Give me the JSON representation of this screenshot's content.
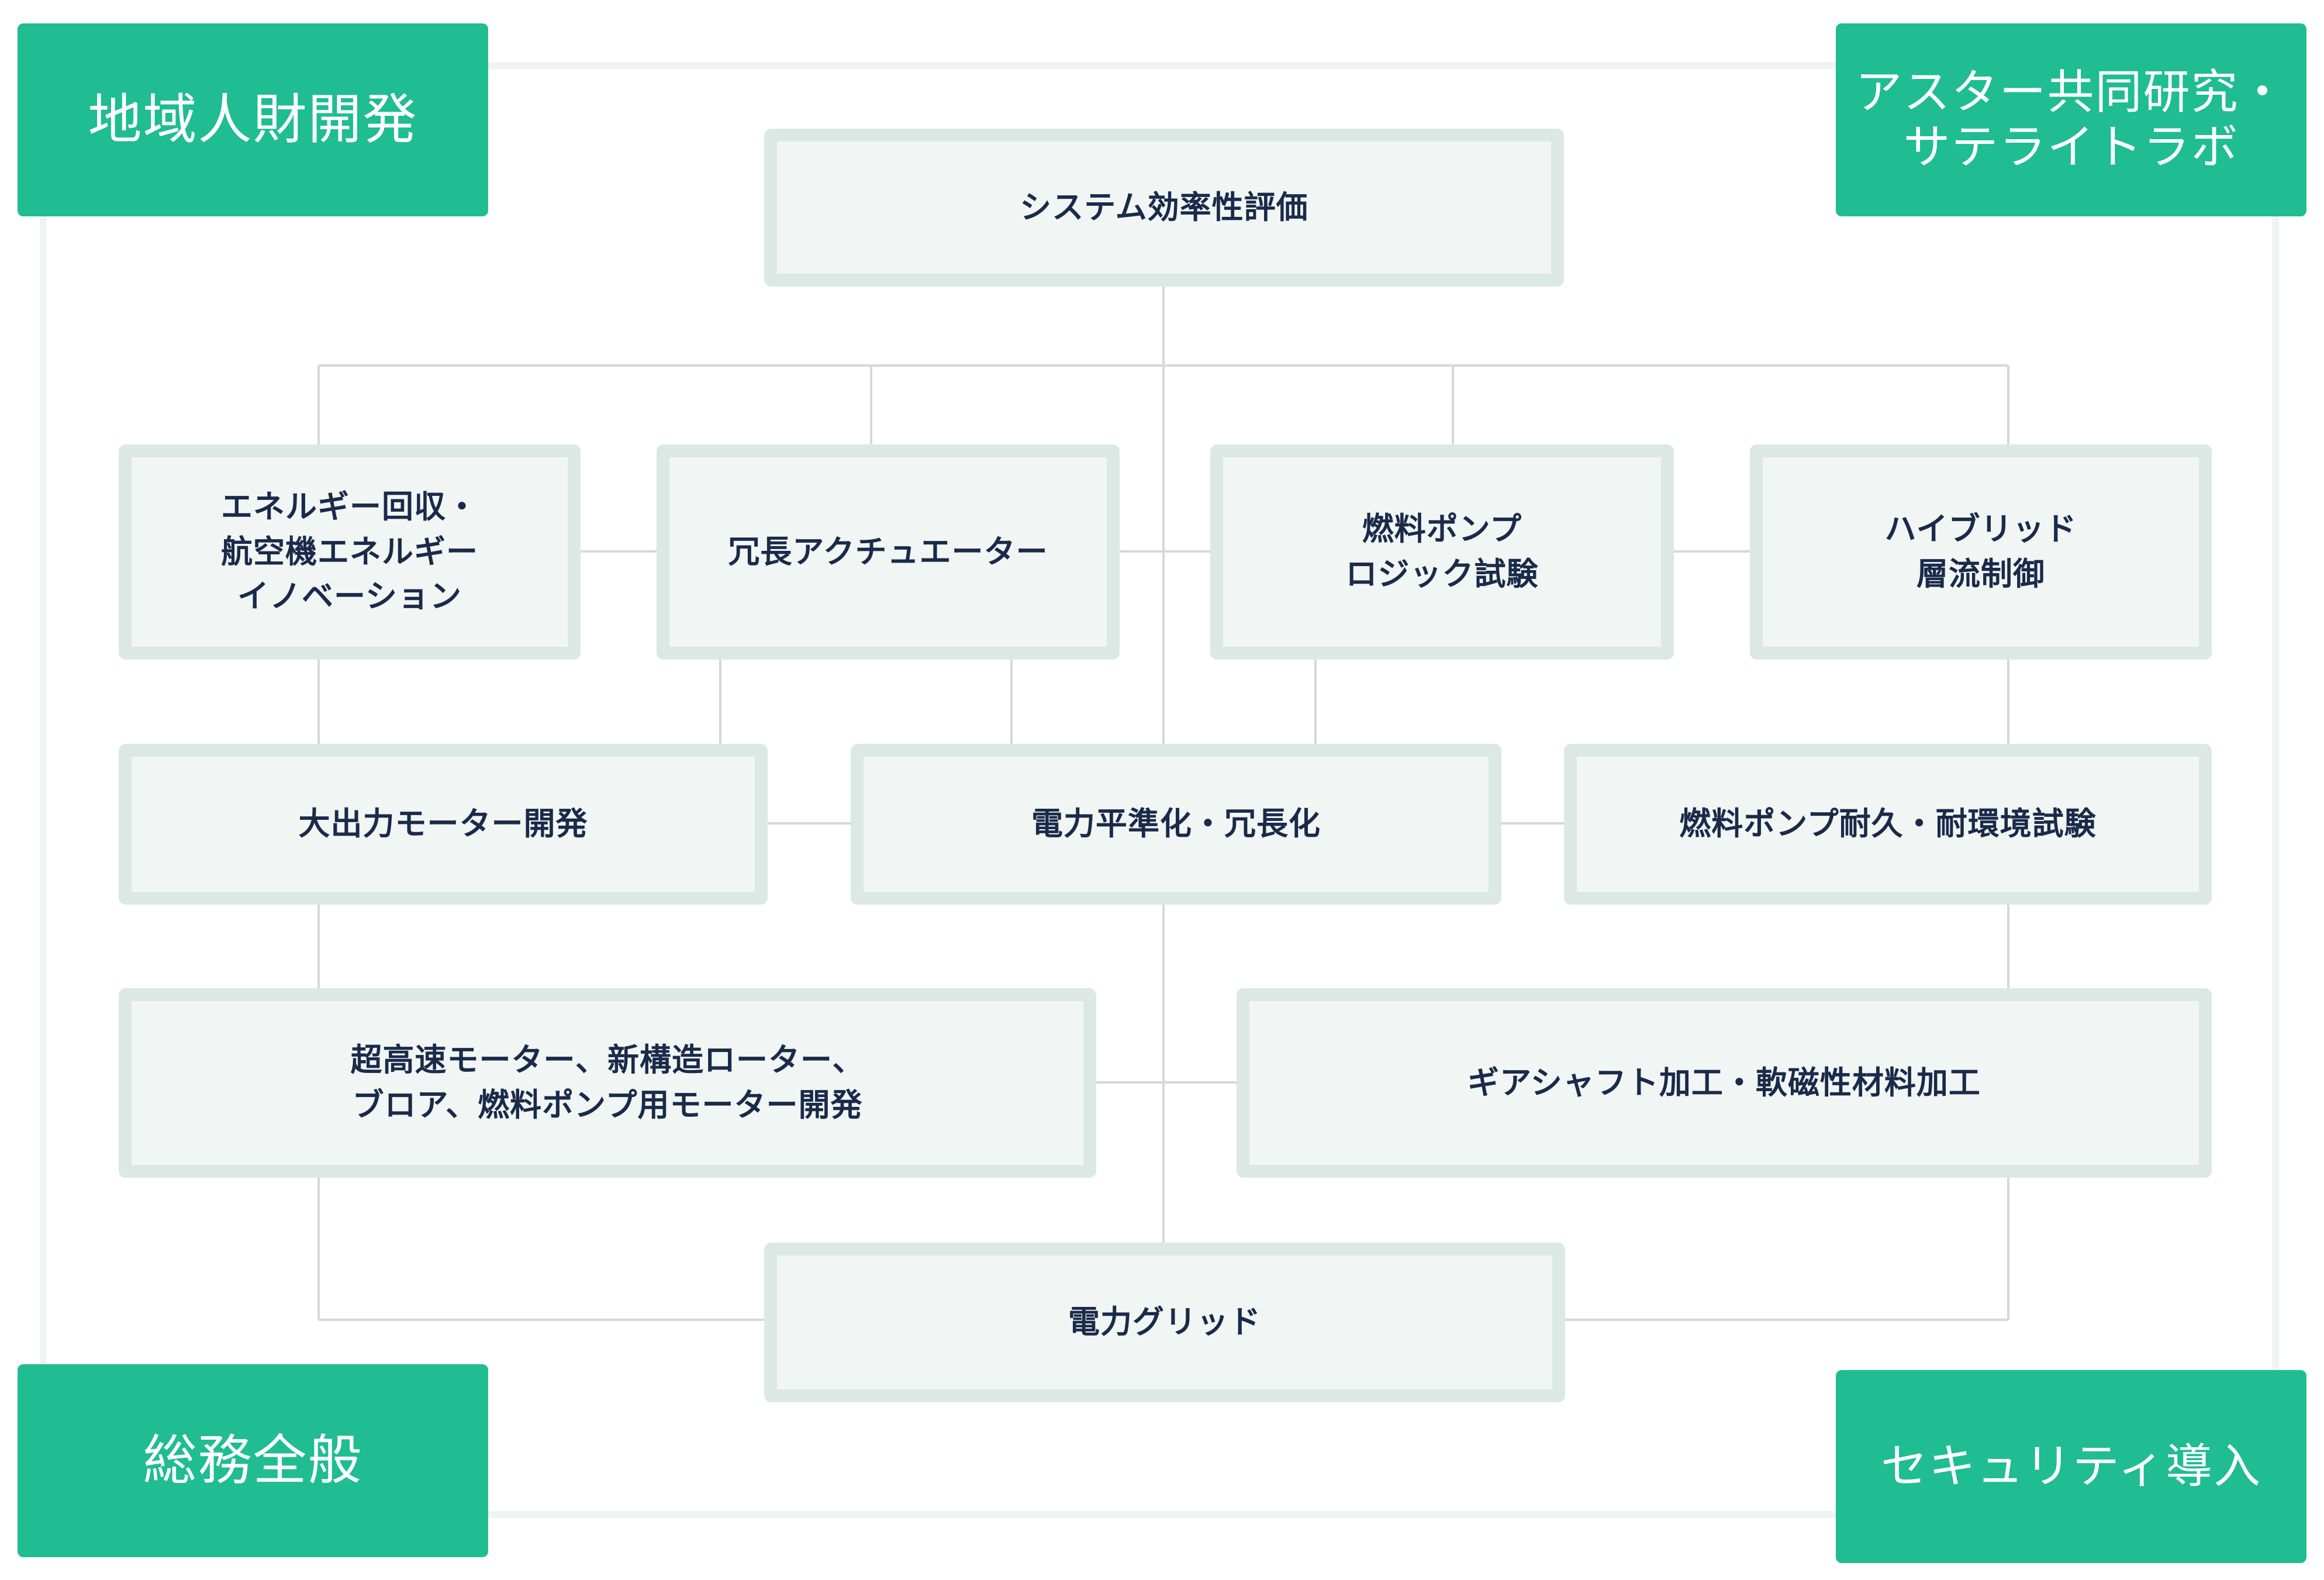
{
  "corners": {
    "top_left": "地域人財開発",
    "top_right": "アスター共同研究・\nサテライトラボ",
    "bottom_left": "総務全般",
    "bottom_right": "セキュリティ導入"
  },
  "nodes": {
    "system_eval": "システム効率性評価",
    "energy_recovery": "エネルギー回収・\n航空機エネルギー\nイノベーション",
    "redundant_actuator": "冗長アクチュエーター",
    "fuel_pump_logic": "燃料ポンプ\nロジック試験",
    "hybrid_laminar": "ハイブリッド\n層流制御",
    "high_output_motor": "大出力モーター開発",
    "power_leveling": "電力平準化・冗長化",
    "fuel_pump_durability": "燃料ポンプ耐久・耐環境試験",
    "ultra_high_speed_motor": "超高速モーター、新構造ローター、\nブロア、燃料ポンプ用モーター開発",
    "gear_shaft": "ギアシャフト加工・軟磁性材料加工",
    "power_grid": "電力グリッド"
  },
  "colors": {
    "accent_green": "#1fbd91",
    "node_fill": "#f1f6f4",
    "node_border": "#dce8e3",
    "node_text": "#1a2a4a",
    "connector": "#d7d7d7"
  }
}
